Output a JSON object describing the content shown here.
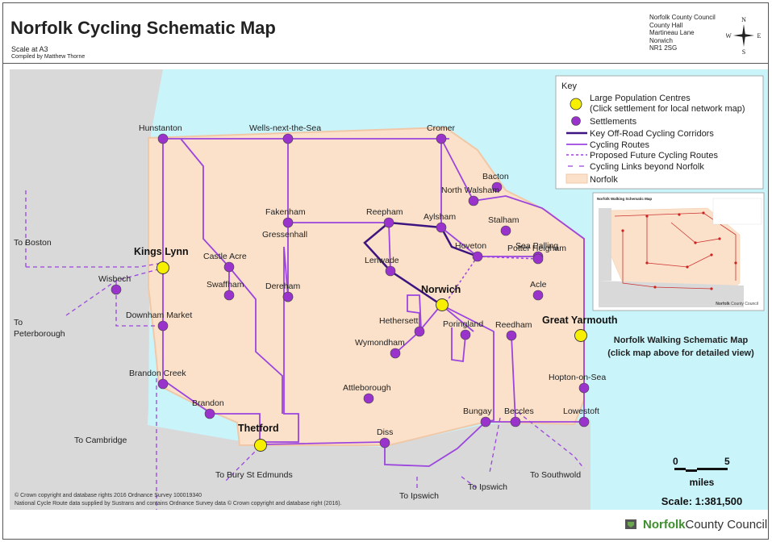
{
  "header": {
    "title": "Norfolk Cycling Schematic Map",
    "scale_note": "Scale at A3",
    "compiled_by": "Compiled by Matthew Thorne",
    "address": [
      "Norfolk County Council",
      "County Hall",
      "Martineau Lane",
      "Norwich",
      "NR1 2SG"
    ],
    "compass": {
      "n": "N",
      "s": "S",
      "e": "E",
      "w": "W"
    }
  },
  "key": {
    "title": "Key",
    "items": [
      {
        "label": "Large Population Centres",
        "sub": "(Click settlement for local network map)"
      },
      {
        "label": "Settlements"
      },
      {
        "label": "Key Off-Road Cycling Corridors"
      },
      {
        "label": "Cycling Routes"
      },
      {
        "label": "Proposed Future Cycling Routes"
      },
      {
        "label": "Cycling Links beyond Norfolk"
      },
      {
        "label": "Norfolk"
      }
    ]
  },
  "colors": {
    "sea": "#c9f4fa",
    "land_outside": "#d9d9d9",
    "norfolk": "#fbe1c9",
    "route": "#9b45de",
    "key_route": "#3d1580",
    "settlement": "#9933cc",
    "large_centre": "#f7ef00"
  },
  "large_centres": [
    {
      "name": "Kings Lynn"
    },
    {
      "name": "Norwich"
    },
    {
      "name": "Great Yarmouth"
    },
    {
      "name": "Thetford"
    }
  ],
  "settlements": [
    {
      "name": "Hunstanton"
    },
    {
      "name": "Wells-next-the-Sea"
    },
    {
      "name": "Cromer"
    },
    {
      "name": "Bacton"
    },
    {
      "name": "North Walsham"
    },
    {
      "name": "Fakenham"
    },
    {
      "name": "Reepham"
    },
    {
      "name": "Aylsham"
    },
    {
      "name": "Stalham"
    },
    {
      "name": "Sea Palling"
    },
    {
      "name": "Hoveton"
    },
    {
      "name": "Potter Heigham"
    },
    {
      "name": "Castle Acre"
    },
    {
      "name": "Gressenhall"
    },
    {
      "name": "Lenwade"
    },
    {
      "name": "Swaffham"
    },
    {
      "name": "Dereham"
    },
    {
      "name": "Acle"
    },
    {
      "name": "Wisbech"
    },
    {
      "name": "Downham Market"
    },
    {
      "name": "Hethersett"
    },
    {
      "name": "Poringland"
    },
    {
      "name": "Reedham"
    },
    {
      "name": "Wymondham"
    },
    {
      "name": "Brandon Creek"
    },
    {
      "name": "Attleborough"
    },
    {
      "name": "Hopton-on-Sea"
    },
    {
      "name": "Brandon"
    },
    {
      "name": "Bungay"
    },
    {
      "name": "Beccles"
    },
    {
      "name": "Lowestoft"
    },
    {
      "name": "Diss"
    }
  ],
  "external_labels": [
    "To Boston",
    "To",
    "Peterborough",
    "To  Cambridge",
    "To Bury St Edmunds",
    "To Ipswich",
    "To Ipswich",
    "To Southwold"
  ],
  "inset": {
    "title": "Norfolk Walking Schematic Map",
    "caption_line1": "Norfolk Walking Schematic Map",
    "caption_line2": "(click map above for detailed view)"
  },
  "scale_bar": {
    "left": "0",
    "right": "5",
    "unit": "miles",
    "ratio": "Scale: 1:381,500"
  },
  "copyright": [
    "© Crown copyright and database rights 2016 Ordnance Survey 100019340",
    "National Cycle Route data supplied by Sustrans and contains Ordnance Survey data © Crown copyright and database right (2016)."
  ],
  "footer": {
    "brand_bold": "Norfolk",
    "brand_rest": " County Council"
  }
}
